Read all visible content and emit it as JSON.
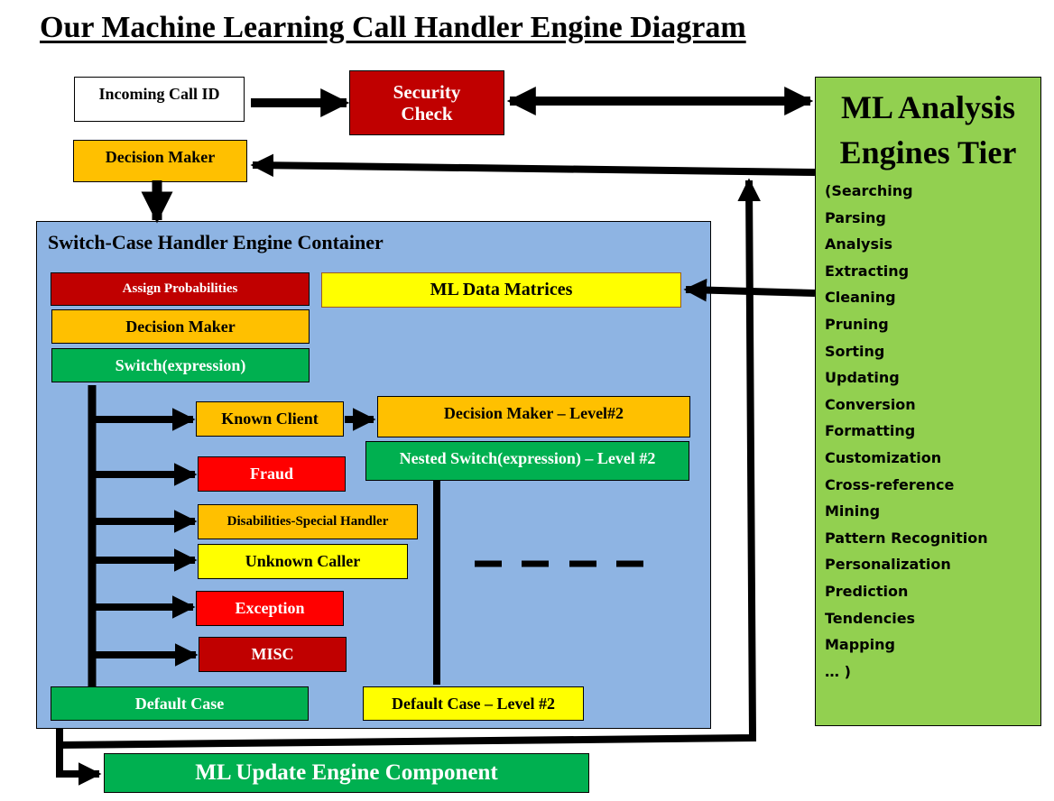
{
  "title": "Our Machine Learning Call Handler Engine Diagram",
  "colors": {
    "dark_red": "#c00000",
    "red": "#ff0000",
    "orange": "#ffc000",
    "yellow": "#ffff00",
    "green": "#00b050",
    "light_green": "#92d050",
    "container_blue": "#8eb4e3"
  },
  "top": {
    "incoming_call_id": "Incoming Call ID",
    "security_check": "Security Check",
    "decision_maker": "Decision Maker"
  },
  "ml_tier": {
    "title_line1": "ML Analysis",
    "title_line2": "Engines Tier",
    "items": [
      "(Searching",
      "Parsing",
      "Analysis",
      "Extracting",
      "Cleaning",
      "Pruning",
      "Sorting",
      "Updating",
      "Conversion",
      "Formatting",
      "Customization",
      "Cross-reference",
      "Mining",
      "Pattern Recognition",
      "Personalization",
      "Prediction",
      "Tendencies",
      "Mapping",
      "… )"
    ]
  },
  "container": {
    "title": "Switch-Case Handler Engine Container",
    "assign_probabilities": "Assign Probabilities",
    "decision_maker": "Decision Maker",
    "switch_expression": "Switch(expression)",
    "ml_data_matrices": "ML Data Matrices",
    "cases": {
      "known_client": "Known Client",
      "fraud": "Fraud",
      "disabilities": "Disabilities-Special Handler",
      "unknown_caller": "Unknown Caller",
      "exception": "Exception",
      "misc": "MISC"
    },
    "decision_maker_level2": "Decision Maker – Level#2",
    "nested_switch_level2": "Nested Switch(expression) – Level #2",
    "default_case": "Default Case",
    "default_case_level2": "Default Case – Level #2"
  },
  "ml_update_engine": "ML Update Engine Component"
}
